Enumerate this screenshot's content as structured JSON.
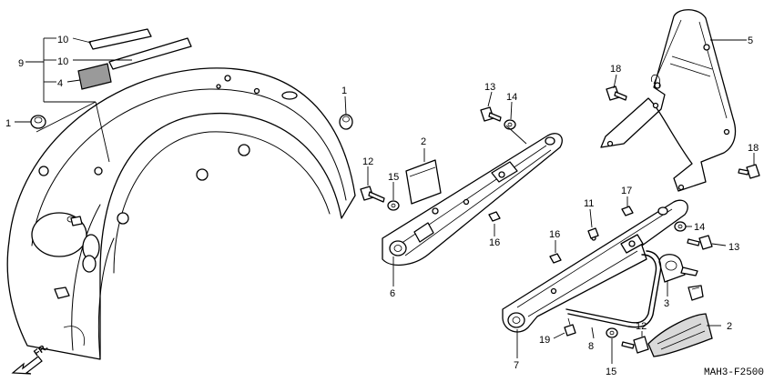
{
  "diagram_code": "MAH3-F2500",
  "direction_label": "FR.",
  "callouts": {
    "c1a": "1",
    "c1b": "1",
    "c2a": "2",
    "c2b": "2",
    "c3": "3",
    "c4": "4",
    "c5": "5",
    "c6": "6",
    "c7": "7",
    "c8": "8",
    "c9": "9",
    "c10a": "10",
    "c10b": "10",
    "c11": "11",
    "c12a": "12",
    "c12b": "12",
    "c13a": "13",
    "c13b": "13",
    "c14a": "14",
    "c14b": "14",
    "c15a": "15",
    "c15b": "15",
    "c16a": "16",
    "c16b": "16",
    "c17": "17",
    "c18a": "18",
    "c18b": "18",
    "c19": "19"
  }
}
